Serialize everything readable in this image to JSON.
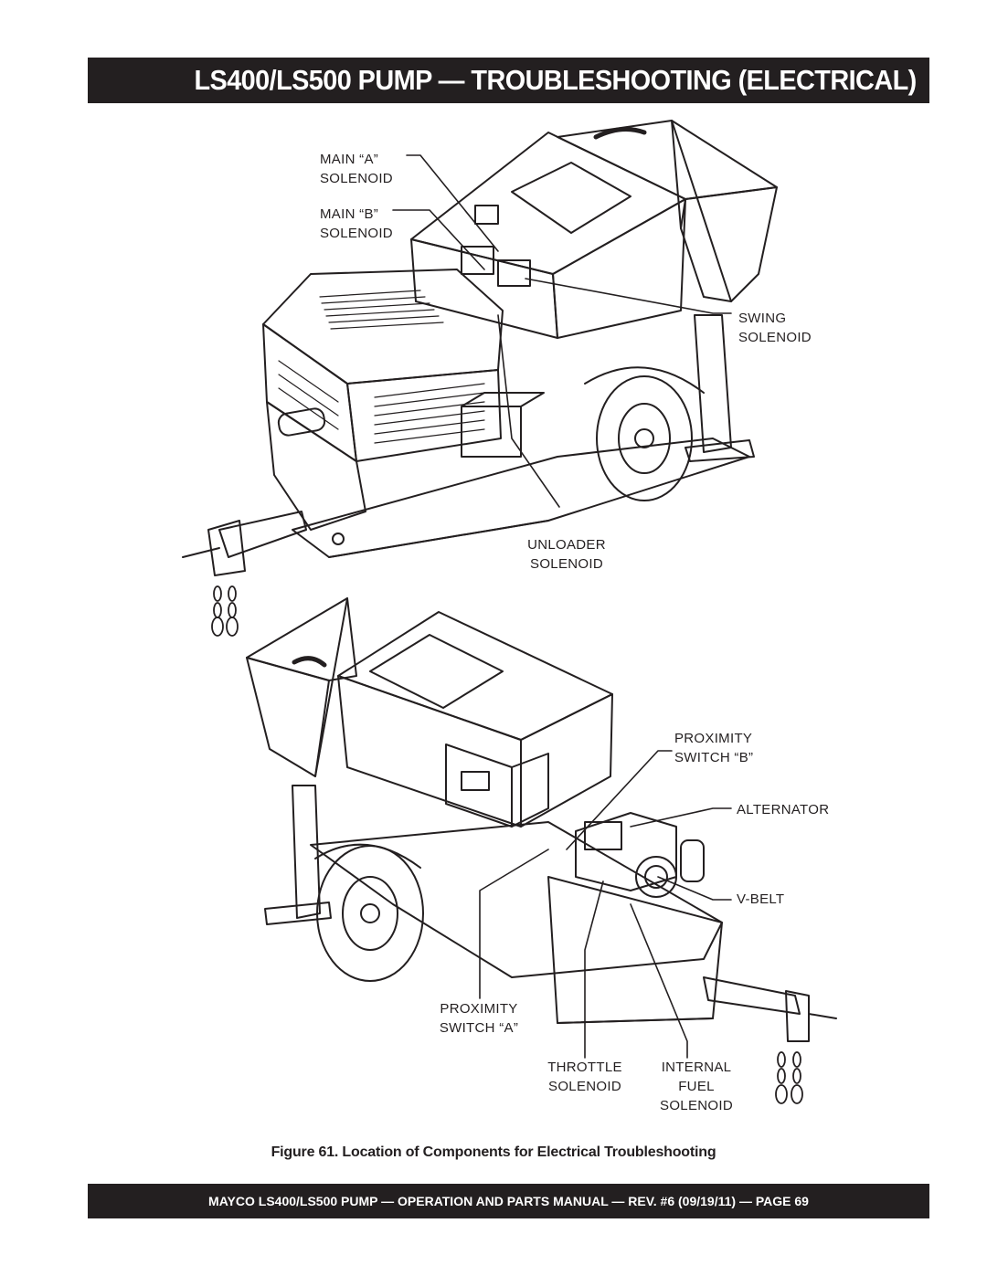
{
  "page": {
    "title": "LS400/LS500 PUMP — TROUBLESHOOTING (ELECTRICAL)",
    "caption": "Figure 61.  Location of Components for Electrical Troubleshooting",
    "footer": "MAYCO LS400/LS500 PUMP — OPERATION AND PARTS MANUAL — REV. #6  (09/19/11) — PAGE 69"
  },
  "callouts": {
    "main_a": [
      "MAIN “A”",
      "SOLENOID"
    ],
    "main_b": [
      "MAIN “B”",
      "SOLENOID"
    ],
    "swing": [
      "SWING",
      "SOLENOID"
    ],
    "unloader": [
      "UNLOADER",
      "SOLENOID"
    ],
    "prox_b": [
      "PROXIMITY",
      "SWITCH “B”"
    ],
    "alternator": [
      "ALTERNATOR"
    ],
    "vbelt": [
      "V-BELT"
    ],
    "prox_a": [
      "PROXIMITY",
      "SWITCH “A”"
    ],
    "throttle": [
      "THROTTLE",
      "SOLENOID"
    ],
    "fuel": [
      "INTERNAL",
      "FUEL",
      "SOLENOID"
    ]
  },
  "colors": {
    "ink": "#231f20",
    "paper": "#ffffff"
  }
}
